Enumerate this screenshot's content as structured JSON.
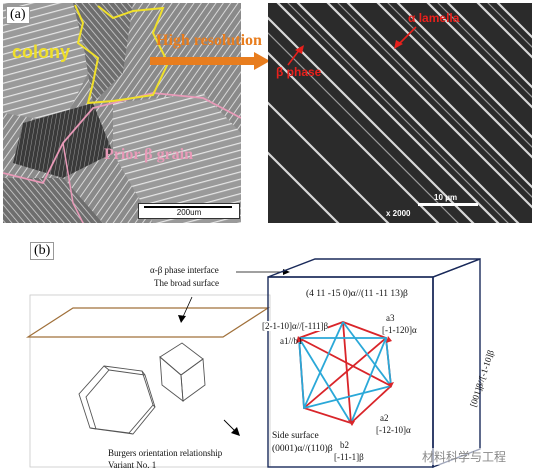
{
  "panel_a": {
    "label": "(a)",
    "left_image": {
      "colony_label": "colony",
      "prior_beta_label": "Prior β grain",
      "scale_bar": "200um"
    },
    "arrow_label": "High resolution",
    "right_image": {
      "alpha_lamella_label": "α lamella",
      "beta_phase_label": "β phase",
      "scale_bar": "10 μm",
      "magnification": "x 2000"
    }
  },
  "panel_b": {
    "label": "(b)",
    "interface_title_line1": "α-β phase interface",
    "interface_title_line2": "The broad surface",
    "top_plane": "(4 11 -15 0)α//(11 -11 13)β",
    "burgers_line1": "Burgers orientation relationship",
    "burgers_line2": "Variant No. 1",
    "side_surface_line1": "Side surface",
    "side_surface_line2": "(0001)α//(110)β",
    "a1b1": "a1//b1",
    "dir_2110": "[2-1-10]α//[-111]β",
    "a3": "a3",
    "dir_1120": "[-1-120]α",
    "a2": "a2",
    "dir_1210": "[-12-10]α",
    "b2": "b2",
    "dir_1111": "[-11-1]β",
    "side_dir": "[001]β//[-1-10]β",
    "watermark": "材料科学与工程"
  },
  "colors": {
    "lamella_red": "#e8201c",
    "colony_yellow": "#f0e02a",
    "grain_pink": "#e89ab8",
    "arrow_orange": "#e87d1e",
    "hex_red": "#d9252a",
    "hex_blue": "#2aa8d8",
    "plane_brown": "#a0703a",
    "cube_navy": "#1a2a5a"
  }
}
